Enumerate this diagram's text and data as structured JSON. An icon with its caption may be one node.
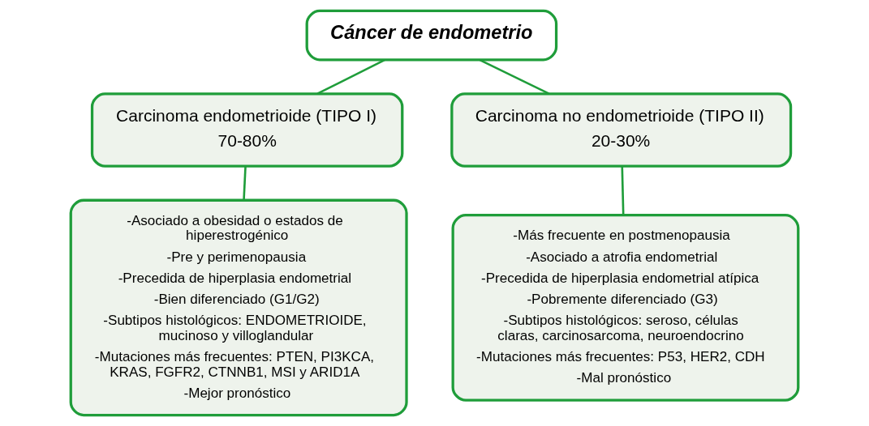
{
  "diagram": {
    "nodes": [
      {
        "text": [
          "Cáncer de endometrio"
        ]
      },
      {
        "text": [
          "Carcinoma endometrioide (TIPO I)",
          "70-80%"
        ]
      },
      {
        "text": [
          "Carcinoma no endometrioide (TIPO II)",
          "20-30%"
        ]
      },
      {
        "text": [
          "-Asociado a obesidad o estados de hiperestrogénico",
          "-Pre y perimenopausia",
          "-Precedida de hiperplasia endometrial",
          "-Bien diferenciado (G1/G2)",
          "-Subtipos histológicos: ENDOMETRIOIDE, mucinoso y villoglandular",
          "-Mutaciones más frecuentes: PTEN, PI3KCA, KRAS, FGFR2, CTNNB1, MSI y ARID1A",
          "-Mejor pronóstico"
        ]
      },
      {
        "text": [
          "-Más frecuente en postmenopausia",
          "-Asociado a atrofia endometrial",
          "-Precedida de hiperplasia endometrial atípica",
          "-Pobremente diferenciado (G3)",
          "-Subtipos histológicos: seroso, células claras, carcinosarcoma, neuroendocrino",
          "-Mutaciones más frecuentes: P53, HER2, CDH",
          "-Mal pronóstico"
        ]
      }
    ],
    "edges": [
      {
        "from": 0,
        "to": 1,
        "arrow": "none"
      },
      {
        "from": 0,
        "to": 2,
        "arrow": "none"
      },
      {
        "from": 1,
        "to": 3,
        "arrow": "none"
      },
      {
        "from": 2,
        "to": 4,
        "arrow": "none"
      }
    ]
  }
}
